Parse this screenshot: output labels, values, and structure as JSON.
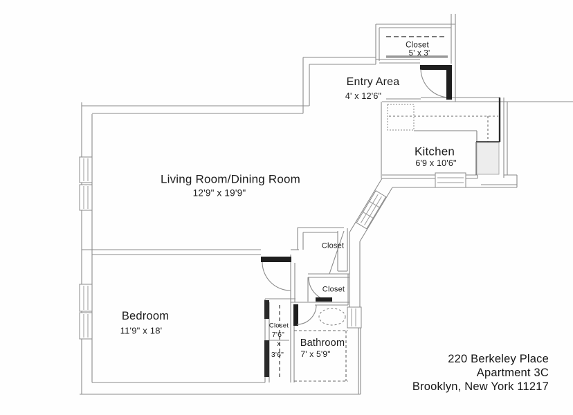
{
  "floorplan": {
    "rooms": {
      "entry_closet": {
        "name": "Closet",
        "dims": "5' x 3'"
      },
      "entry": {
        "name": "Entry Area",
        "dims": "4' x 12'6\""
      },
      "kitchen": {
        "name": "Kitchen",
        "dims": "6'9 x 10'6\""
      },
      "living": {
        "name": "Living Room/Dining Room",
        "dims": "12'9\" x 19'9\""
      },
      "hall_closet_upper": {
        "name": "Closet"
      },
      "hall_closet_lower": {
        "name": "Closet"
      },
      "bedroom": {
        "name": "Bedroom",
        "dims": "11'9\" x 18'"
      },
      "bedroom_closet": {
        "name": "Closet",
        "width": "7'6\"",
        "separator": "x",
        "depth": "3'6\""
      },
      "bathroom": {
        "name": "Bathroom",
        "dims": "7' x 5'9\""
      }
    },
    "address": {
      "line1": "220 Berkeley Place",
      "line2": "Apartment 3C",
      "line3": "Brooklyn, New York 11217"
    },
    "colors": {
      "wall": "#8a8a8a",
      "wall_dark": "#1e1e1e",
      "text": "#1c1c1c",
      "shelf": "#9a9a9a"
    }
  }
}
